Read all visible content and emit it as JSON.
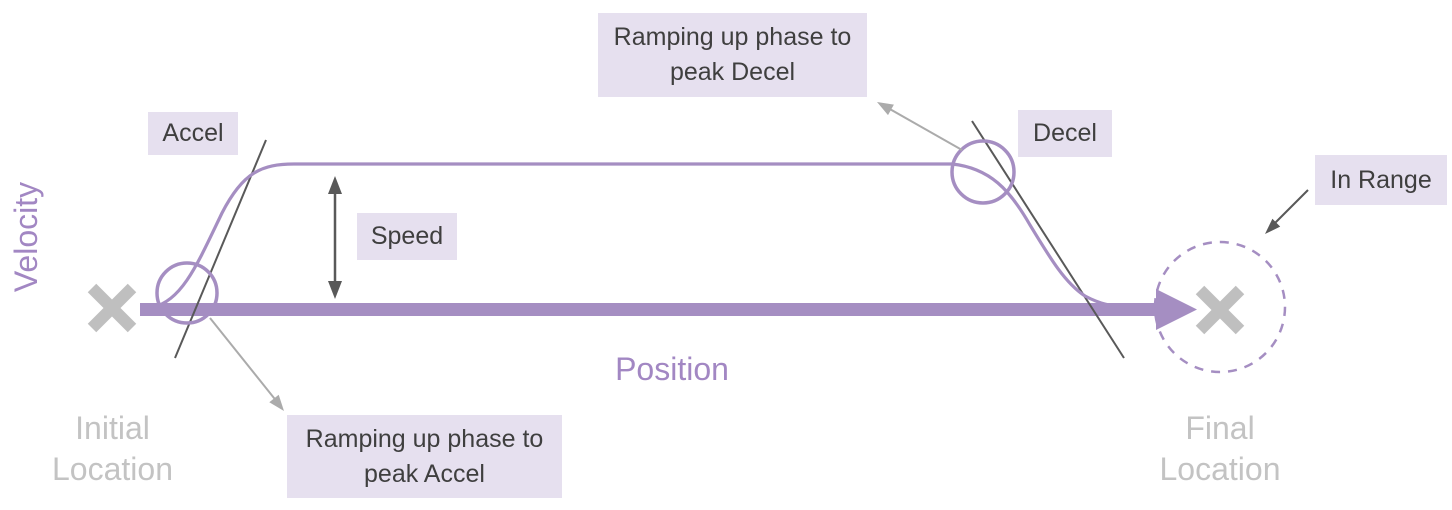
{
  "diagram": {
    "y_axis_label": "Velocity",
    "x_axis_label": "Position",
    "accel_label": "Accel",
    "decel_label": "Decel",
    "speed_label": "Speed",
    "in_range_label": "In Range",
    "ramp_accel_label": "Ramping up phase to peak Accel",
    "ramp_decel_label": "Ramping up phase to peak Decel",
    "initial_location": {
      "line1": "Initial",
      "line2": "Location"
    },
    "final_location": {
      "line1": "Final",
      "line2": "Location"
    }
  },
  "colors": {
    "curve_purple": "#A58EC2",
    "axis_text_purple": "#A287C3",
    "label_bg": "#E6E0EF",
    "label_text": "#3F3F3F",
    "dark_gray": "#595959",
    "light_gray": "#ABABAB",
    "muted_gray": "#BFBFBF",
    "location_text": "#C3C3C3"
  }
}
